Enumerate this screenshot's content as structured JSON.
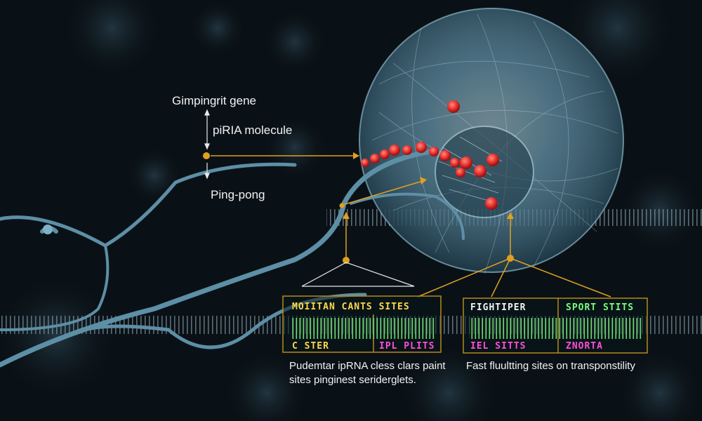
{
  "labels": {
    "gene": "Gimpingrit gene",
    "molecule": "piRIA molecule",
    "pingpong": "Ping-pong"
  },
  "left_panel": {
    "top_left": "MOIITAN CANTS SITES",
    "bottom_left": "C STER",
    "bottom_right": "IPL PLITS",
    "caption_line1": "Pudemtar ipRNA cless clars paint",
    "caption_line2": "sites pinginest seriderglets."
  },
  "right_panel": {
    "top_left": "FIGHTIPER",
    "top_right": "SPORT STITS",
    "bottom_left": "IEL SITTS",
    "bottom_right": "ZNORTA",
    "caption_line1": "Fast fluultting sites on transponstility"
  },
  "colors": {
    "background": "#0a1116",
    "cell": "#3f6d85",
    "strand": "#5d8fa6",
    "particles": "#e8322e",
    "connector": "#e0a020",
    "text_cyan": "#5fd1ff",
    "text_green": "#7cff7c",
    "text_magenta": "#ff4fd8",
    "text_yellow": "#ffd84a"
  }
}
